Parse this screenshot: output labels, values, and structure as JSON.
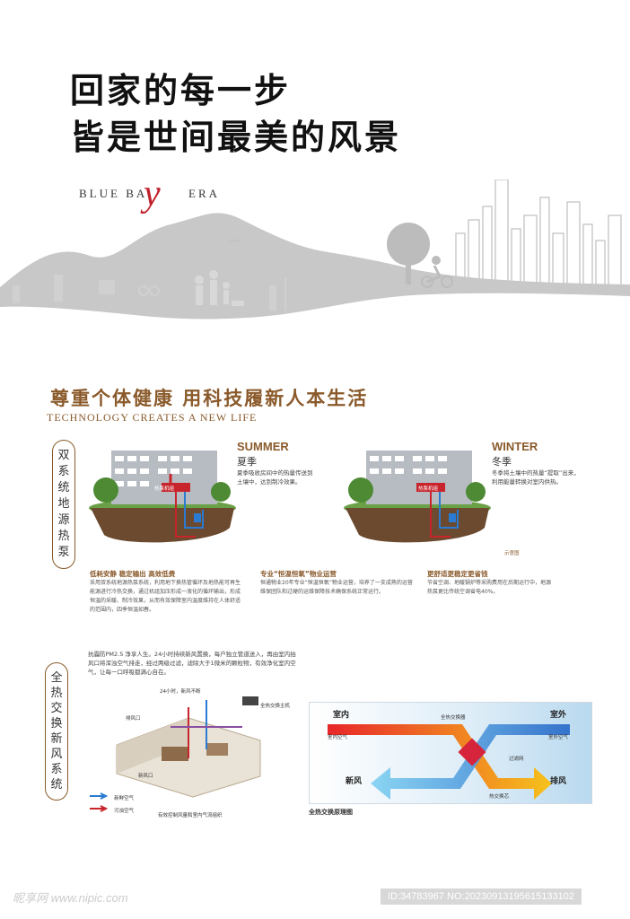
{
  "hero": {
    "line1": "回家的每一步",
    "line2": "皆是世间最美的风景",
    "brand_left": "BLUE BA",
    "brand_mark": "y",
    "brand_right": "ERA"
  },
  "section": {
    "title": "尊重个体健康  用科技履新人本生活",
    "subtitle": "TECHNOLOGY CREATES A NEW LIFE"
  },
  "geo": {
    "label": "双系统地源热泵",
    "summer": {
      "en": "SUMMER",
      "cn": "夏季",
      "desc": "夏季吸收房间中的热量传送到土壤中，达到制冷效果。",
      "tag": "热泵机组"
    },
    "winter": {
      "en": "WINTER",
      "cn": "冬季",
      "desc": "冬季将土壤中的热量“提取”出来，利用能量转换对室内供热。",
      "tag": "热泵机组"
    },
    "note": "示意图",
    "features": [
      {
        "title": "低耗安静 稳定输出 高效低费",
        "body": "采用双系统地源热泵系统，利用地下换热管循环及地热能可再生能源进行冷热交换，通过机组加压形成一液化的循环输出，形成恒温的采暖、制冷效果，从而有效保障室内温度维持在人体舒适的范围内，四季恒温如春。"
      },
      {
        "title": "专业“恒温恒氧”物业运营",
        "body": "恒通物业20年专业“恒温恒氧”物业运营，培养了一支成熟的运营维保团队和过硬的运维保障技术确保系统正常运行。"
      },
      {
        "title": "更舒适更稳定更省钱",
        "body": "节省空调、地暖锅炉等采购费用在后期运行中，地源热泵更比传统空调省电40%。"
      }
    ]
  },
  "air": {
    "label": "全热交换新风系统",
    "intro": "抗霾防PM2.5  净享人生。24小时持续新风置换，每户独立管道送入，再由室内拍风口将浑浊空气排走，经过两级过滤，滤除大于1微米的颗粒物，有效净化室内空气，让每一口呼吸都满心自在。",
    "house_labels": [
      "24小时，新风不断",
      "全热交换主机",
      "排风口",
      "新风口",
      "新鲜空气",
      "污浊空气",
      "有效控制风量和室内气流组织"
    ],
    "diagram": {
      "indoor": "室内",
      "outdoor": "室外",
      "core": "全热交换器",
      "indoor_air": "室内空气",
      "outdoor_air": "室外空气",
      "filter": "过滤网",
      "fresh": "新风",
      "exhaust": "排风",
      "fan": "热交换芯",
      "caption": "全热交换原理图"
    }
  },
  "footer": {
    "watermark": "昵享网 www.nipic.com",
    "id": "ID:34783967 NO:20230913195615133102"
  },
  "colors": {
    "accent": "#8a5a2b",
    "brand_red": "#c0202a",
    "skyline": "#c8c8c8"
  }
}
